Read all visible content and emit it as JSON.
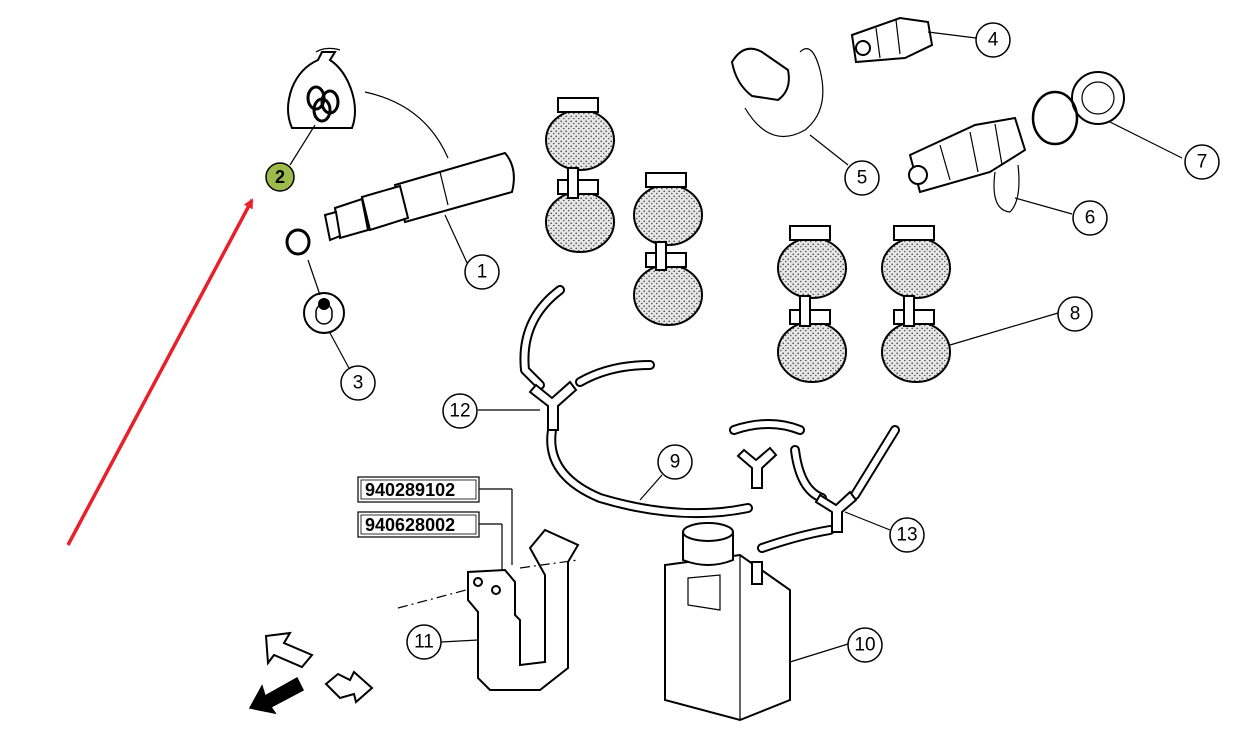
{
  "callouts": [
    {
      "label": "1"
    },
    {
      "label": "2",
      "highlight": "#9dbb4a"
    },
    {
      "label": "3"
    },
    {
      "label": "4"
    },
    {
      "label": "5"
    },
    {
      "label": "6"
    },
    {
      "label": "7"
    },
    {
      "label": "8"
    },
    {
      "label": "9"
    },
    {
      "label": "10"
    },
    {
      "label": "11"
    },
    {
      "label": "12"
    },
    {
      "label": "13"
    }
  ],
  "part_numbers": [
    "940289102",
    "940628002"
  ],
  "colors": {
    "arrow": "#e8202a",
    "highlight": "#9dbb4a"
  }
}
